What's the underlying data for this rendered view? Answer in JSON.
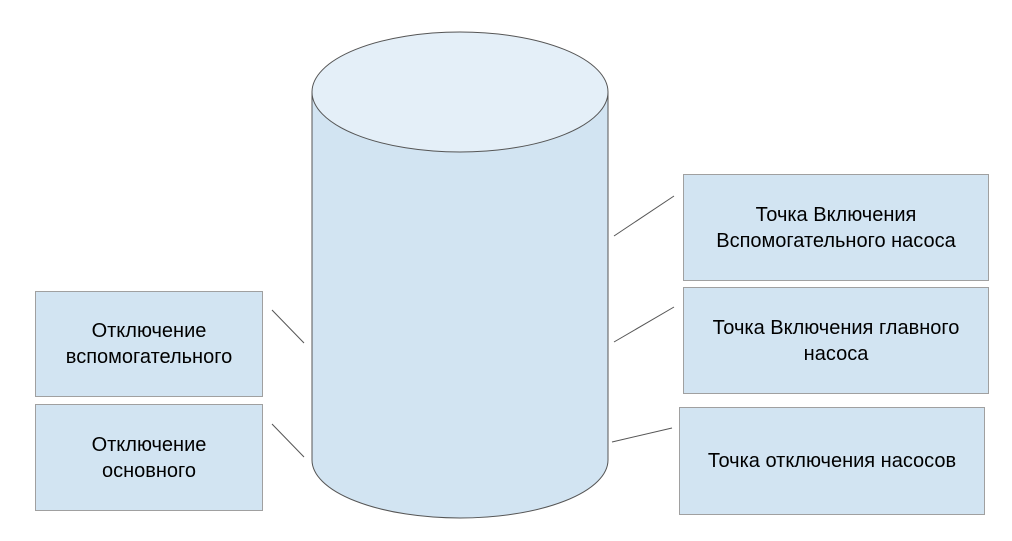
{
  "labels": {
    "aux_off": "Отключение вспомогательного",
    "main_off": "Отключение основного",
    "aux_on": "Точка Включения Вспомогательного насоса",
    "main_on": "Точка Включения главного насоса",
    "pumps_off": "Точка отключения насосов"
  },
  "colors": {
    "tank_body": "#d2e4f2",
    "tank_top": "#e4eff8",
    "box_fill": "#d2e4f2",
    "outline": "#555555",
    "connector": "#555555"
  }
}
